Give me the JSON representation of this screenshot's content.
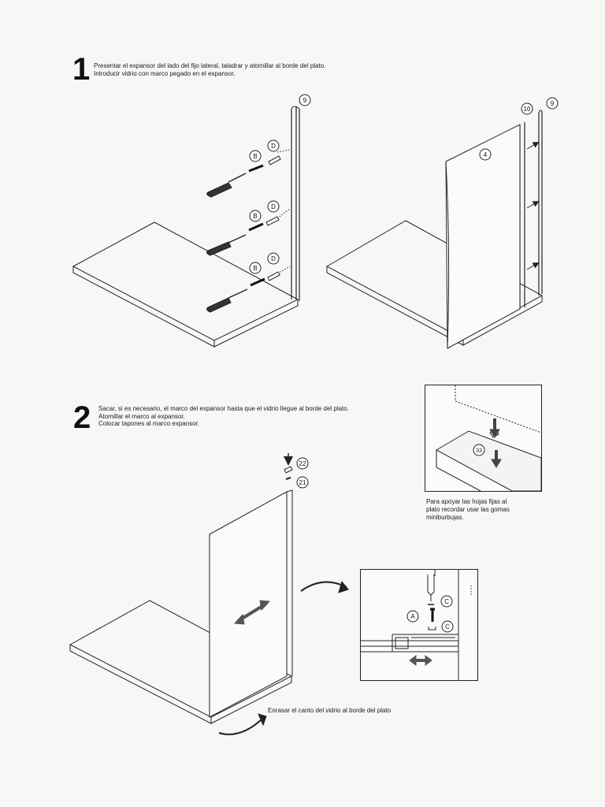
{
  "step1": {
    "number": "1",
    "lines": [
      "Presentar el expansor del lado del fijo lateral, taladrar y atornillar al borde del plato.",
      "Introducir vidrio con marco pegado en el expansor."
    ],
    "labels": {
      "profile_9": "9",
      "screw_b": "B",
      "plug_d": "D",
      "profile_10": "10",
      "profile_9b": "9",
      "glass_4": "4"
    }
  },
  "step2": {
    "number": "2",
    "lines": [
      "Sacar, si es necesario, el marco del expansor hasta que el vidrio llegue al borde del plato.",
      "Atornillar el marco al expansor.",
      "Colocar tapones al marco expansor."
    ],
    "labels": {
      "cap_22": "22",
      "cap_21": "21",
      "rubber_33": "33",
      "screw_a": "A",
      "cover_c": "C"
    },
    "inset_caption": [
      "Para apoyar las hojas fijas al",
      "plato recordar usar las gomas",
      "miniburbujas."
    ],
    "bottom_caption": "Enrasar el canto del vidrio al borde del plato"
  }
}
